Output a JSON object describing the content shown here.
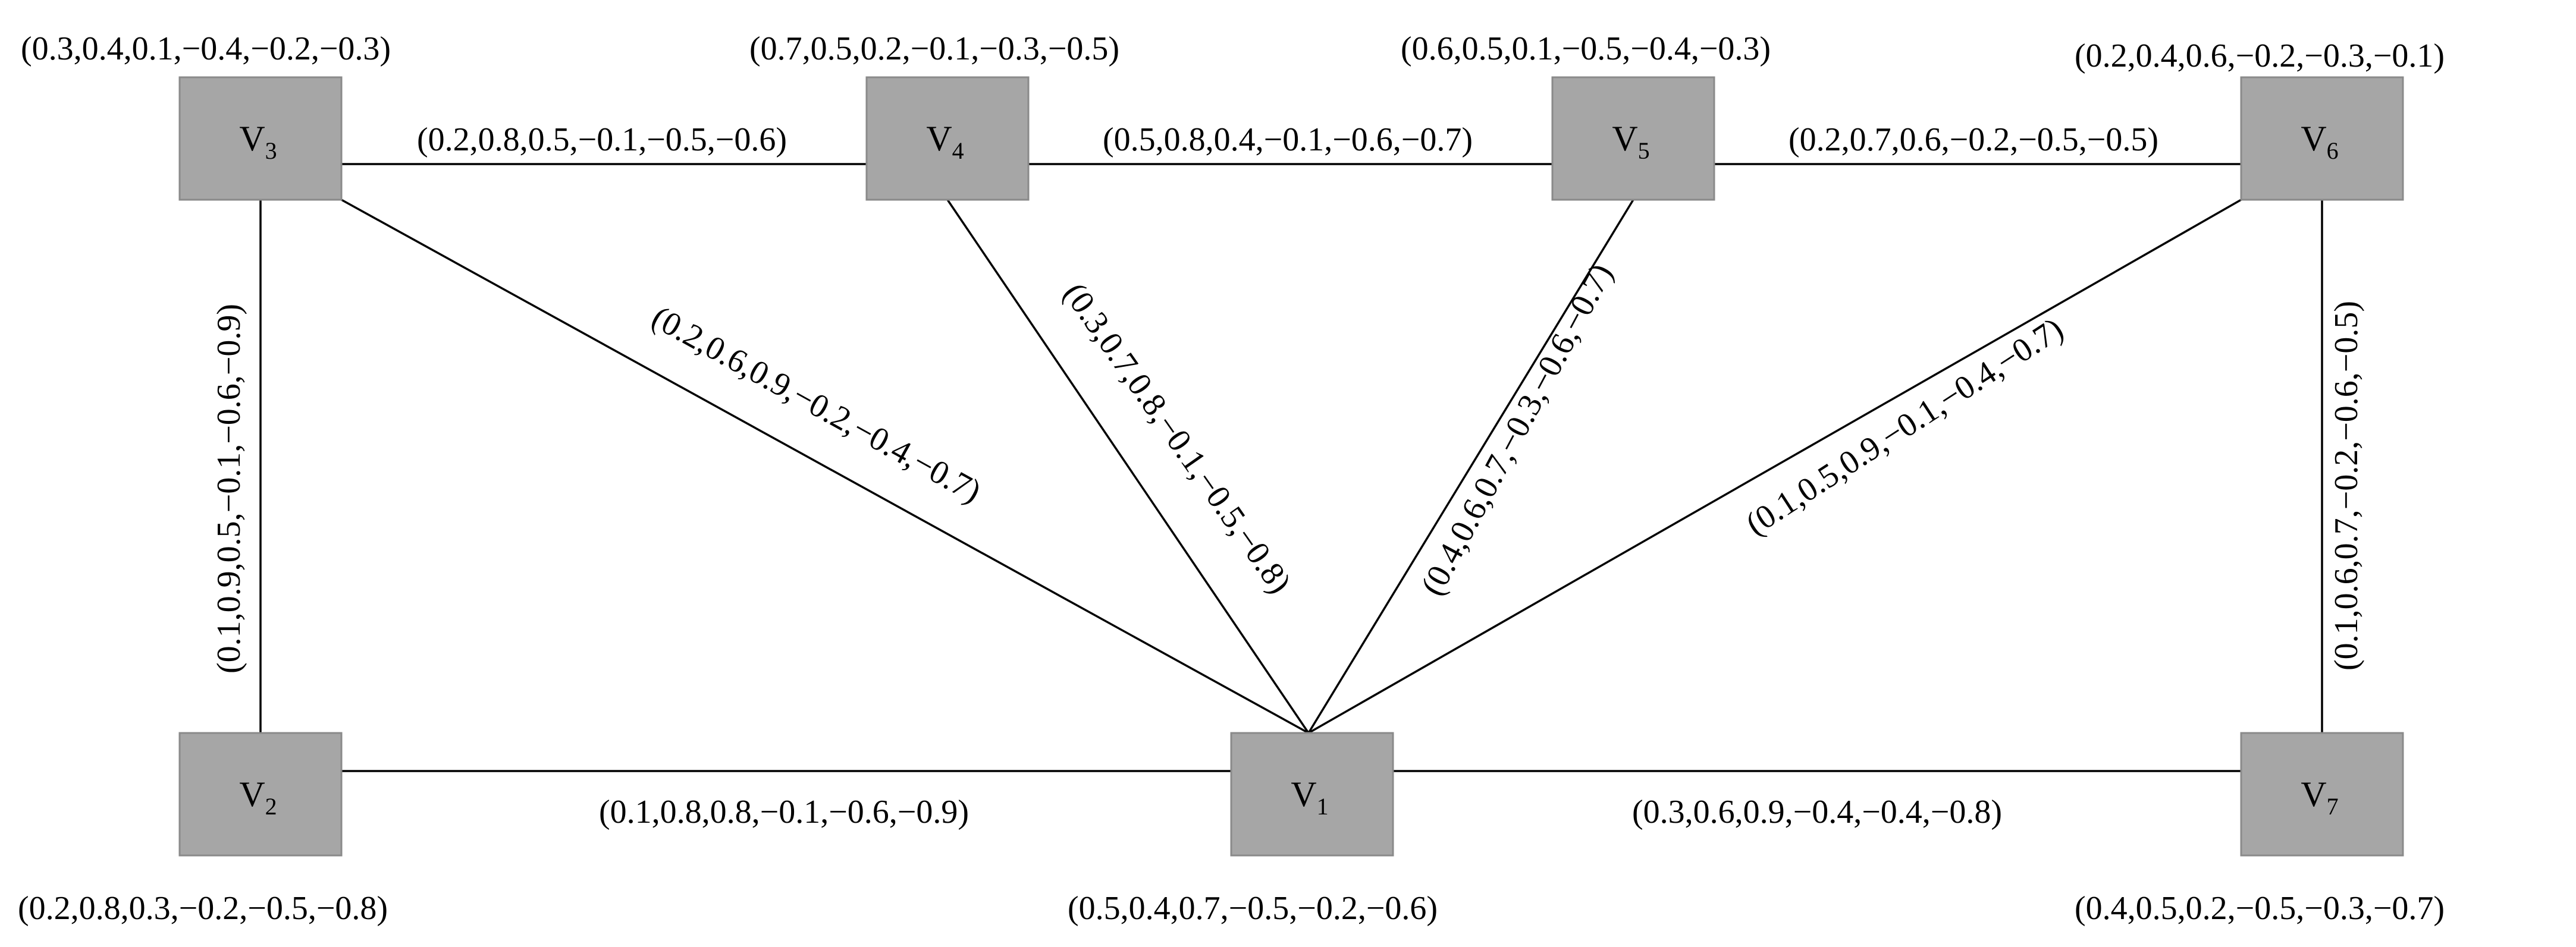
{
  "diagram": {
    "nodes": [
      {
        "id": "v1",
        "name": "V",
        "subscript": "1",
        "value": "(0.5,0.4,0.7,−0.5,−0.2,−0.6)"
      },
      {
        "id": "v2",
        "name": "V",
        "subscript": "2",
        "value": "(0.2,0.8,0.3,−0.2,−0.5,−0.8)"
      },
      {
        "id": "v3",
        "name": "V",
        "subscript": "3",
        "value": "(0.3,0.4,0.1,−0.4,−0.2,−0.3)"
      },
      {
        "id": "v4",
        "name": "V",
        "subscript": "4",
        "value": "(0.7,0.5,0.2,−0.1,−0.3,−0.5)"
      },
      {
        "id": "v5",
        "name": "V",
        "subscript": "5",
        "value": "(0.6,0.5,0.1,−0.5,−0.4,−0.3)"
      },
      {
        "id": "v6",
        "name": "V",
        "subscript": "6",
        "value": "(0.2,0.4,0.6,−0.2,−0.3,−0.1)"
      },
      {
        "id": "v7",
        "name": "V",
        "subscript": "7",
        "value": "(0.4,0.5,0.2,−0.5,−0.3,−0.7)"
      }
    ],
    "edges": [
      {
        "id": "v3-v4",
        "from": "v3",
        "to": "v4",
        "value": "(0.2,0.8,0.5,−0.1,−0.5,−0.6)"
      },
      {
        "id": "v4-v5",
        "from": "v4",
        "to": "v5",
        "value": "(0.5,0.8,0.4,−0.1,−0.6,−0.7)"
      },
      {
        "id": "v5-v6",
        "from": "v5",
        "to": "v6",
        "value": "(0.2,0.7,0.6,−0.2,−0.5,−0.5)"
      },
      {
        "id": "v3-v2",
        "from": "v3",
        "to": "v2",
        "value": "(0.1,0.9,0.5,−0.1,−0.6,−0.9)"
      },
      {
        "id": "v6-v7",
        "from": "v6",
        "to": "v7",
        "value": "(0.1,0.6,0.7,−0.2,−0.6,−0.5)"
      },
      {
        "id": "v2-v1",
        "from": "v2",
        "to": "v1",
        "value": "(0.1,0.8,0.8,−0.1,−0.6,−0.9)"
      },
      {
        "id": "v1-v7",
        "from": "v1",
        "to": "v7",
        "value": "(0.3,0.6,0.9,−0.4,−0.4,−0.8)"
      },
      {
        "id": "v3-v1",
        "from": "v3",
        "to": "v1",
        "value": "(0.2,0.6,0.9,−0.2,−0.4,−0.7)"
      },
      {
        "id": "v4-v1",
        "from": "v4",
        "to": "v1",
        "value": "(0.3,0.7,0.8,−0.1,−0.5,−0.8)"
      },
      {
        "id": "v5-v1",
        "from": "v5",
        "to": "v1",
        "value": "(0.4,0.6,0.7,−0.3,−0.6,−0.7)"
      },
      {
        "id": "v6-v1",
        "from": "v6",
        "to": "v1",
        "value": "(0.1,0.5,0.9,−0.1,−0.4,−0.7)"
      }
    ]
  },
  "colors": {
    "node_fill": "#a6a6a6",
    "edge": "#000000"
  }
}
